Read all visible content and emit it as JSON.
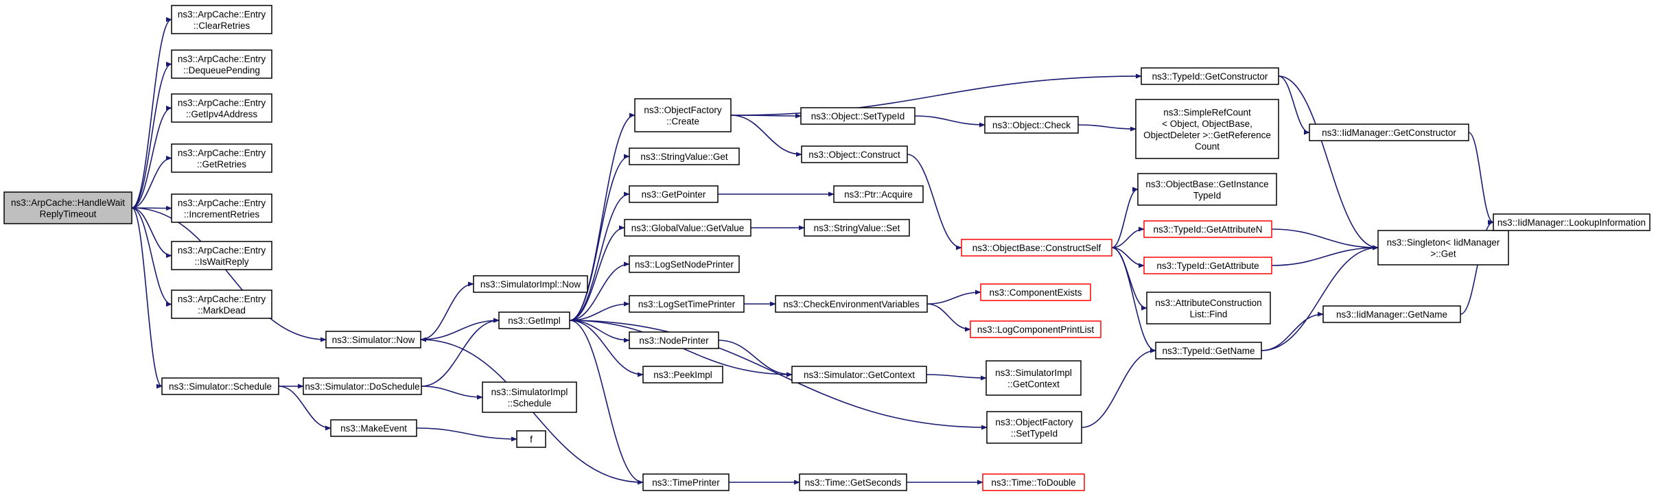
{
  "graph": {
    "nodes": [
      {
        "id": "handle",
        "lines": [
          "ns3::ArpCache::HandleWait",
          "ReplyTimeout"
        ],
        "style": "root"
      },
      {
        "id": "clear",
        "lines": [
          "ns3::ArpCache::Entry",
          "::ClearRetries"
        ],
        "style": "normal"
      },
      {
        "id": "dequeue",
        "lines": [
          "ns3::ArpCache::Entry",
          "::DequeuePending"
        ],
        "style": "normal"
      },
      {
        "id": "getipv4",
        "lines": [
          "ns3::ArpCache::Entry",
          "::GetIpv4Address"
        ],
        "style": "normal"
      },
      {
        "id": "getretries",
        "lines": [
          "ns3::ArpCache::Entry",
          "::GetRetries"
        ],
        "style": "normal"
      },
      {
        "id": "incretries",
        "lines": [
          "ns3::ArpCache::Entry",
          "::IncrementRetries"
        ],
        "style": "normal"
      },
      {
        "id": "iswait",
        "lines": [
          "ns3::ArpCache::Entry",
          "::IsWaitReply"
        ],
        "style": "normal"
      },
      {
        "id": "markdead",
        "lines": [
          "ns3::ArpCache::Entry",
          "::MarkDead"
        ],
        "style": "normal"
      },
      {
        "id": "simnow",
        "lines": [
          "ns3::Simulator::Now"
        ],
        "style": "normal"
      },
      {
        "id": "simsched",
        "lines": [
          "ns3::Simulator::Schedule"
        ],
        "style": "normal"
      },
      {
        "id": "simimplnow",
        "lines": [
          "ns3::SimulatorImpl::Now"
        ],
        "style": "normal"
      },
      {
        "id": "getimpl",
        "lines": [
          "ns3::GetImpl"
        ],
        "style": "normal"
      },
      {
        "id": "dosched",
        "lines": [
          "ns3::Simulator::DoSchedule"
        ],
        "style": "normal"
      },
      {
        "id": "makeevent",
        "lines": [
          "ns3::MakeEvent"
        ],
        "style": "normal"
      },
      {
        "id": "simimplsched",
        "lines": [
          "ns3::SimulatorImpl",
          "::Schedule"
        ],
        "style": "normal"
      },
      {
        "id": "f",
        "lines": [
          "f"
        ],
        "style": "normal"
      },
      {
        "id": "ofcreate",
        "lines": [
          "ns3::ObjectFactory",
          "::Create"
        ],
        "style": "normal"
      },
      {
        "id": "strvalget",
        "lines": [
          "ns3::StringValue::Get"
        ],
        "style": "normal"
      },
      {
        "id": "getpointer",
        "lines": [
          "ns3::GetPointer"
        ],
        "style": "normal"
      },
      {
        "id": "globalval",
        "lines": [
          "ns3::GlobalValue::GetValue"
        ],
        "style": "normal"
      },
      {
        "id": "lognode",
        "lines": [
          "ns3::LogSetNodePrinter"
        ],
        "style": "normal"
      },
      {
        "id": "logtime",
        "lines": [
          "ns3::LogSetTimePrinter"
        ],
        "style": "normal"
      },
      {
        "id": "nodeprinter",
        "lines": [
          "ns3::NodePrinter"
        ],
        "style": "normal"
      },
      {
        "id": "peekimpl",
        "lines": [
          "ns3::PeekImpl"
        ],
        "style": "normal"
      },
      {
        "id": "timeprinter",
        "lines": [
          "ns3::TimePrinter"
        ],
        "style": "normal"
      },
      {
        "id": "objsettypeid",
        "lines": [
          "ns3::Object::SetTypeId"
        ],
        "style": "normal"
      },
      {
        "id": "objconstruct",
        "lines": [
          "ns3::Object::Construct"
        ],
        "style": "normal"
      },
      {
        "id": "ptracquire",
        "lines": [
          "ns3::Ptr::Acquire"
        ],
        "style": "normal"
      },
      {
        "id": "strvalset",
        "lines": [
          "ns3::StringValue::Set"
        ],
        "style": "normal"
      },
      {
        "id": "checkenv",
        "lines": [
          "ns3::CheckEnvironmentVariables"
        ],
        "style": "normal"
      },
      {
        "id": "simgetctx",
        "lines": [
          "ns3::Simulator::GetContext"
        ],
        "style": "normal"
      },
      {
        "id": "timegetsec",
        "lines": [
          "ns3::Time::GetSeconds"
        ],
        "style": "normal"
      },
      {
        "id": "typeidgetctor",
        "lines": [
          "ns3::TypeId::GetConstructor"
        ],
        "style": "normal"
      },
      {
        "id": "objcheck",
        "lines": [
          "ns3::Object::Check"
        ],
        "style": "normal"
      },
      {
        "id": "constructself",
        "lines": [
          "ns3::ObjectBase::ConstructSelf"
        ],
        "style": "truncated"
      },
      {
        "id": "compexists",
        "lines": [
          "ns3::ComponentExists"
        ],
        "style": "truncated"
      },
      {
        "id": "logcomplist",
        "lines": [
          "ns3::LogComponentPrintList"
        ],
        "style": "truncated"
      },
      {
        "id": "simimplgetctx",
        "lines": [
          "ns3::SimulatorImpl",
          "::GetContext"
        ],
        "style": "normal"
      },
      {
        "id": "ofsettypeid",
        "lines": [
          "ns3::ObjectFactory",
          "::SetTypeId"
        ],
        "style": "normal"
      },
      {
        "id": "todouble",
        "lines": [
          "ns3::Time::ToDouble"
        ],
        "style": "truncated"
      },
      {
        "id": "simplerefcount",
        "lines": [
          "ns3::SimpleRefCount",
          "< Object, ObjectBase,",
          "ObjectDeleter >::GetReference",
          "Count"
        ],
        "style": "normal"
      },
      {
        "id": "getinstance",
        "lines": [
          "ns3::ObjectBase::GetInstance",
          "TypeId"
        ],
        "style": "normal"
      },
      {
        "id": "getattrn",
        "lines": [
          "ns3::TypeId::GetAttributeN"
        ],
        "style": "truncated"
      },
      {
        "id": "getattr",
        "lines": [
          "ns3::TypeId::GetAttribute"
        ],
        "style": "truncated"
      },
      {
        "id": "attrfind",
        "lines": [
          "ns3::AttributeConstruction",
          "List::Find"
        ],
        "style": "normal"
      },
      {
        "id": "typeidgetname",
        "lines": [
          "ns3::TypeId::GetName"
        ],
        "style": "normal"
      },
      {
        "id": "iidgetctor",
        "lines": [
          "ns3::IidManager::GetConstructor"
        ],
        "style": "normal"
      },
      {
        "id": "singleton",
        "lines": [
          "ns3::Singleton< IidManager",
          ">::Get"
        ],
        "style": "normal"
      },
      {
        "id": "iidgetname",
        "lines": [
          "ns3::IidManager::GetName"
        ],
        "style": "normal"
      },
      {
        "id": "iidlookup",
        "lines": [
          "ns3::IidManager::LookupInformation"
        ],
        "style": "normal"
      }
    ],
    "edges": [
      [
        "handle",
        "clear"
      ],
      [
        "handle",
        "dequeue"
      ],
      [
        "handle",
        "getipv4"
      ],
      [
        "handle",
        "getretries"
      ],
      [
        "handle",
        "incretries"
      ],
      [
        "handle",
        "iswait"
      ],
      [
        "handle",
        "markdead"
      ],
      [
        "handle",
        "simnow"
      ],
      [
        "handle",
        "simsched"
      ],
      [
        "simnow",
        "simimplnow"
      ],
      [
        "simnow",
        "getimpl"
      ],
      [
        "simsched",
        "dosched"
      ],
      [
        "simsched",
        "makeevent"
      ],
      [
        "dosched",
        "getimpl"
      ],
      [
        "dosched",
        "simimplsched"
      ],
      [
        "makeevent",
        "f"
      ],
      [
        "getimpl",
        "ofcreate"
      ],
      [
        "getimpl",
        "strvalget"
      ],
      [
        "getimpl",
        "getpointer"
      ],
      [
        "getimpl",
        "globalval"
      ],
      [
        "getimpl",
        "lognode"
      ],
      [
        "getimpl",
        "logtime"
      ],
      [
        "getimpl",
        "nodeprinter"
      ],
      [
        "getimpl",
        "peekimpl"
      ],
      [
        "getimpl",
        "timeprinter"
      ],
      [
        "getimpl",
        "simgetctx"
      ],
      [
        "getimpl",
        "ofsettypeid"
      ],
      [
        "timeprinter",
        "simnow"
      ],
      [
        "timeprinter",
        "timegetsec"
      ],
      [
        "ofcreate",
        "typeidgetctor"
      ],
      [
        "ofcreate",
        "objsettypeid"
      ],
      [
        "ofcreate",
        "objconstruct"
      ],
      [
        "getpointer",
        "ptracquire"
      ],
      [
        "globalval",
        "strvalset"
      ],
      [
        "logtime",
        "checkenv"
      ],
      [
        "nodeprinter",
        "simgetctx"
      ],
      [
        "timegetsec",
        "todouble"
      ],
      [
        "objsettypeid",
        "objcheck"
      ],
      [
        "objconstruct",
        "constructself"
      ],
      [
        "checkenv",
        "compexists"
      ],
      [
        "checkenv",
        "logcomplist"
      ],
      [
        "simgetctx",
        "simimplgetctx"
      ],
      [
        "objcheck",
        "simplerefcount"
      ],
      [
        "constructself",
        "getinstance"
      ],
      [
        "constructself",
        "getattrn"
      ],
      [
        "constructself",
        "getattr"
      ],
      [
        "constructself",
        "attrfind"
      ],
      [
        "constructself",
        "typeidgetname"
      ],
      [
        "ofsettypeid",
        "typeidgetname"
      ],
      [
        "typeidgetctor",
        "iidgetctor"
      ],
      [
        "typeidgetctor",
        "singleton"
      ],
      [
        "getattrn",
        "singleton"
      ],
      [
        "getattr",
        "singleton"
      ],
      [
        "typeidgetname",
        "singleton"
      ],
      [
        "typeidgetname",
        "iidgetname"
      ],
      [
        "iidgetctor",
        "iidlookup"
      ],
      [
        "iidgetname",
        "iidlookup"
      ]
    ],
    "colors": {
      "root_fill": "#bfbfbf",
      "node_fill": "#ffffff",
      "normal_border": "#000000",
      "truncated_border": "#ff0000",
      "edge": "#191970"
    }
  }
}
